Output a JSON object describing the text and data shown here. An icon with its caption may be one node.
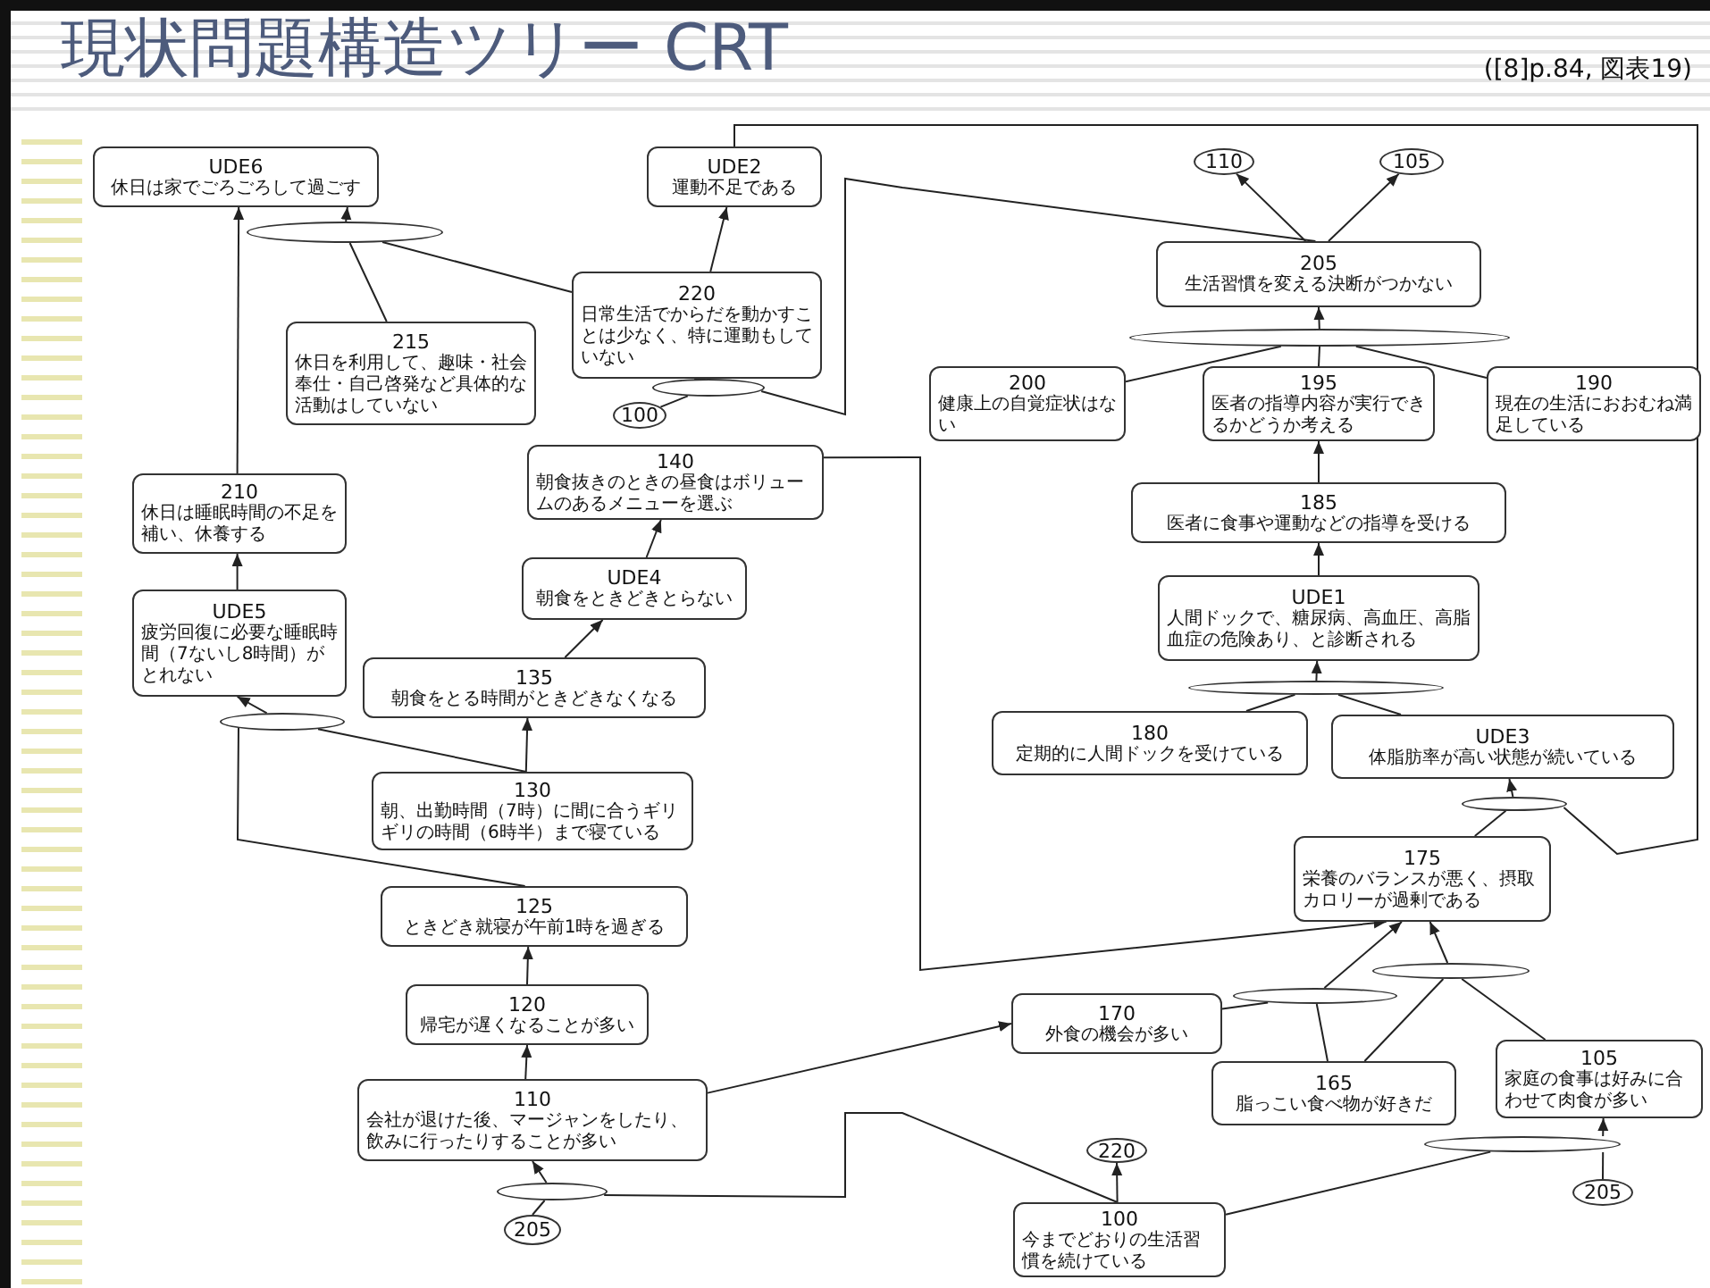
{
  "diagram": {
    "title": "現状問題構造ツリー CRT",
    "nodes": [
      {
        "text": [
          "UDE6",
          "休日は家でごろごろして過ごす"
        ]
      },
      {
        "text": [
          "UDE2",
          "運動不足である"
        ]
      },
      {
        "text": [],
        "shape": "ellipse"
      },
      {
        "text": [
          "220",
          "日常生活でからだを動かすことは少なく、特に運動もしていない"
        ]
      },
      {
        "text": [
          "215",
          "休日を利用して、趣味・社会奉仕・自己啓発など具体的な活動はしていない"
        ]
      },
      {
        "text": [],
        "shape": "ellipse"
      },
      {
        "text": [
          "100"
        ]
      },
      {
        "text": [
          "140",
          "朝食抜きのときの昼食はボリュームのあるメニューを選ぶ"
        ]
      },
      {
        "text": [
          "210",
          "休日は睡眠時間の不足を補い、休養する"
        ]
      },
      {
        "text": [
          "UDE4",
          "朝食をときどきとらない"
        ]
      },
      {
        "text": [
          "UDE5",
          "疲労回復に必要な睡眠時間（7ないし8時間）がとれない"
        ]
      },
      {
        "text": [
          "135",
          "朝食をとる時間がときどきなくなる"
        ]
      },
      {
        "text": [],
        "shape": "ellipse"
      },
      {
        "text": [
          "130",
          "朝、出勤時間（7時）に間に合うギリギリの時間（6時半）まで寝ている"
        ]
      },
      {
        "text": [
          "125",
          "ときどき就寝が午前1時を過ぎる"
        ]
      },
      {
        "text": [
          "120",
          "帰宅が遅くなることが多い"
        ]
      },
      {
        "text": [
          "110",
          "会社が退けた後、マージャンをしたり、飲みに行ったりすることが多い"
        ]
      },
      {
        "text": [],
        "shape": "ellipse"
      },
      {
        "text": [
          "205"
        ]
      },
      {
        "text": [
          "110"
        ]
      },
      {
        "text": [
          "105"
        ]
      },
      {
        "text": [
          "205",
          "生活習慣を変える決断がつかない"
        ]
      },
      {
        "text": [],
        "shape": "ellipse"
      },
      {
        "text": [
          "200",
          "健康上の自覚症状はない"
        ]
      },
      {
        "text": [
          "195",
          "医者の指導内容が実行できるかどうか考える"
        ]
      },
      {
        "text": [
          "190",
          "現在の生活におおむね満足している"
        ]
      },
      {
        "text": [
          "185",
          "医者に食事や運動などの指導を受ける"
        ]
      },
      {
        "text": [
          "UDE1",
          "人間ドックで、糖尿病、高血圧、高脂血症の危険あり、と診断される"
        ]
      },
      {
        "text": [],
        "shape": "ellipse"
      },
      {
        "text": [
          "180",
          "定期的に人間ドックを受けている"
        ]
      },
      {
        "text": [
          "UDE3",
          "体脂肪率が高い状態が続いている"
        ]
      },
      {
        "text": [],
        "shape": "ellipse"
      },
      {
        "text": [
          "175",
          "栄養のバランスが悪く、摂取カロリーが過剰である"
        ]
      },
      {
        "text": [],
        "shape": "ellipse"
      },
      {
        "text": [],
        "shape": "ellipse"
      },
      {
        "text": [
          "170",
          "外食の機会が多い"
        ]
      },
      {
        "text": [
          "165",
          "脂っこい食べ物が好きだ"
        ]
      },
      {
        "text": [
          "105",
          "家庭の食事は好みに合わせて肉食が多い"
        ]
      },
      {
        "text": [
          "220"
        ]
      },
      {
        "text": [],
        "shape": "ellipse"
      },
      {
        "text": [
          "205"
        ]
      },
      {
        "text": [
          "100",
          "今までどおりの生活習慣を続けている"
        ]
      }
    ],
    "edges": [
      {
        "from": 2,
        "to": 0,
        "arrow": "to"
      },
      {
        "from": 4,
        "to": 2,
        "arrow": "none"
      },
      {
        "from": 3,
        "to": 2,
        "arrow": "none"
      },
      {
        "from": 3,
        "to": 1,
        "arrow": "to"
      },
      {
        "from": 5,
        "to": 3,
        "arrow": "to"
      },
      {
        "from": 6,
        "to": 5,
        "arrow": "none"
      },
      {
        "from": 21,
        "to": 5,
        "arrow": "none"
      },
      {
        "from": 8,
        "to": 0,
        "arrow": "to"
      },
      {
        "from": 10,
        "to": 8,
        "arrow": "to"
      },
      {
        "from": 12,
        "to": 10,
        "arrow": "to"
      },
      {
        "from": 13,
        "to": 12,
        "arrow": "none"
      },
      {
        "from": 14,
        "to": 12,
        "arrow": "none"
      },
      {
        "from": 13,
        "to": 11,
        "arrow": "to"
      },
      {
        "from": 11,
        "to": 9,
        "arrow": "to"
      },
      {
        "from": 9,
        "to": 7,
        "arrow": "to"
      },
      {
        "from": 7,
        "to": 32,
        "arrow": "to"
      },
      {
        "from": 15,
        "to": 14,
        "arrow": "to"
      },
      {
        "from": 16,
        "to": 15,
        "arrow": "to"
      },
      {
        "from": 17,
        "to": 16,
        "arrow": "to"
      },
      {
        "from": 18,
        "to": 17,
        "arrow": "none"
      },
      {
        "from": 41,
        "to": 17,
        "arrow": "none"
      },
      {
        "from": 16,
        "to": 35,
        "arrow": "to"
      },
      {
        "from": 21,
        "to": 19,
        "arrow": "to"
      },
      {
        "from": 21,
        "to": 20,
        "arrow": "to"
      },
      {
        "from": 22,
        "to": 21,
        "arrow": "to"
      },
      {
        "from": 23,
        "to": 22,
        "arrow": "none"
      },
      {
        "from": 24,
        "to": 22,
        "arrow": "none"
      },
      {
        "from": 25,
        "to": 22,
        "arrow": "none"
      },
      {
        "from": 26,
        "to": 24,
        "arrow": "to"
      },
      {
        "from": 27,
        "to": 26,
        "arrow": "to"
      },
      {
        "from": 28,
        "to": 27,
        "arrow": "to"
      },
      {
        "from": 29,
        "to": 28,
        "arrow": "none"
      },
      {
        "from": 30,
        "to": 28,
        "arrow": "none"
      },
      {
        "from": 31,
        "to": 30,
        "arrow": "to"
      },
      {
        "from": 32,
        "to": 31,
        "arrow": "none"
      },
      {
        "from": 1,
        "to": 31,
        "arrow": "none"
      },
      {
        "from": 34,
        "to": 32,
        "arrow": "to"
      },
      {
        "from": 33,
        "to": 32,
        "arrow": "to"
      },
      {
        "from": 35,
        "to": 34,
        "arrow": "none"
      },
      {
        "from": 36,
        "to": 34,
        "arrow": "none"
      },
      {
        "from": 36,
        "to": 33,
        "arrow": "none"
      },
      {
        "from": 37,
        "to": 33,
        "arrow": "none"
      },
      {
        "from": 39,
        "to": 37,
        "arrow": "to"
      },
      {
        "from": 41,
        "to": 39,
        "arrow": "none"
      },
      {
        "from": 40,
        "to": 39,
        "arrow": "none"
      },
      {
        "from": 41,
        "to": 38,
        "arrow": "to"
      }
    ],
    "labels": [
      "([8]p.84, 図表19)"
    ]
  }
}
